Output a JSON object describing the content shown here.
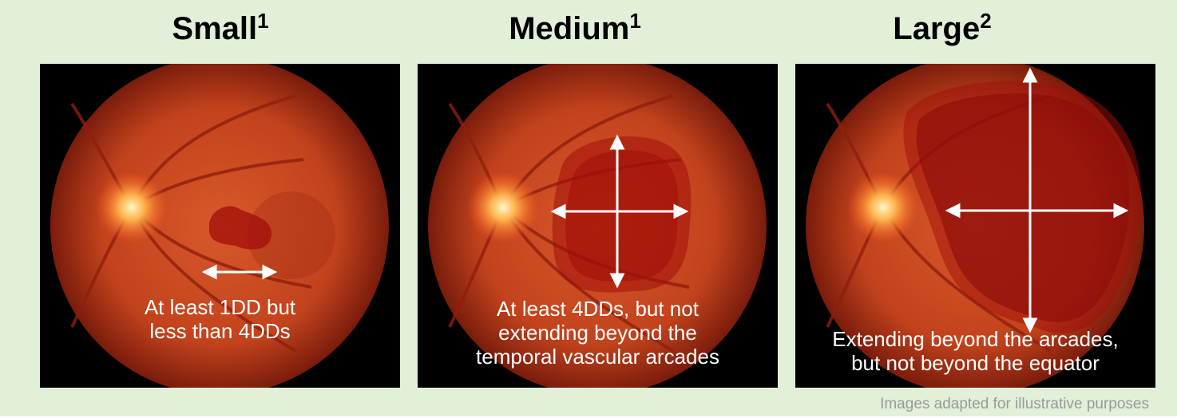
{
  "panels": [
    {
      "title": "Small",
      "sup": "1",
      "caption_lines": [
        "At least 1DD but",
        "less than 4DDs"
      ]
    },
    {
      "title": "Medium",
      "sup": "1",
      "caption_lines": [
        "At least 4DDs, but not",
        "extending beyond the",
        "temporal vascular arcades"
      ]
    },
    {
      "title": "Large",
      "sup": "2",
      "caption_lines": [
        "Extending beyond the arcades,",
        "but not beyond the equator"
      ]
    }
  ],
  "footnote": "Images adapted for illustrative purposes",
  "colors": {
    "background": "#e2f0d9",
    "fundus": "#c8401d",
    "lesion": "#a00e0a",
    "arrow": "#ffffff"
  }
}
